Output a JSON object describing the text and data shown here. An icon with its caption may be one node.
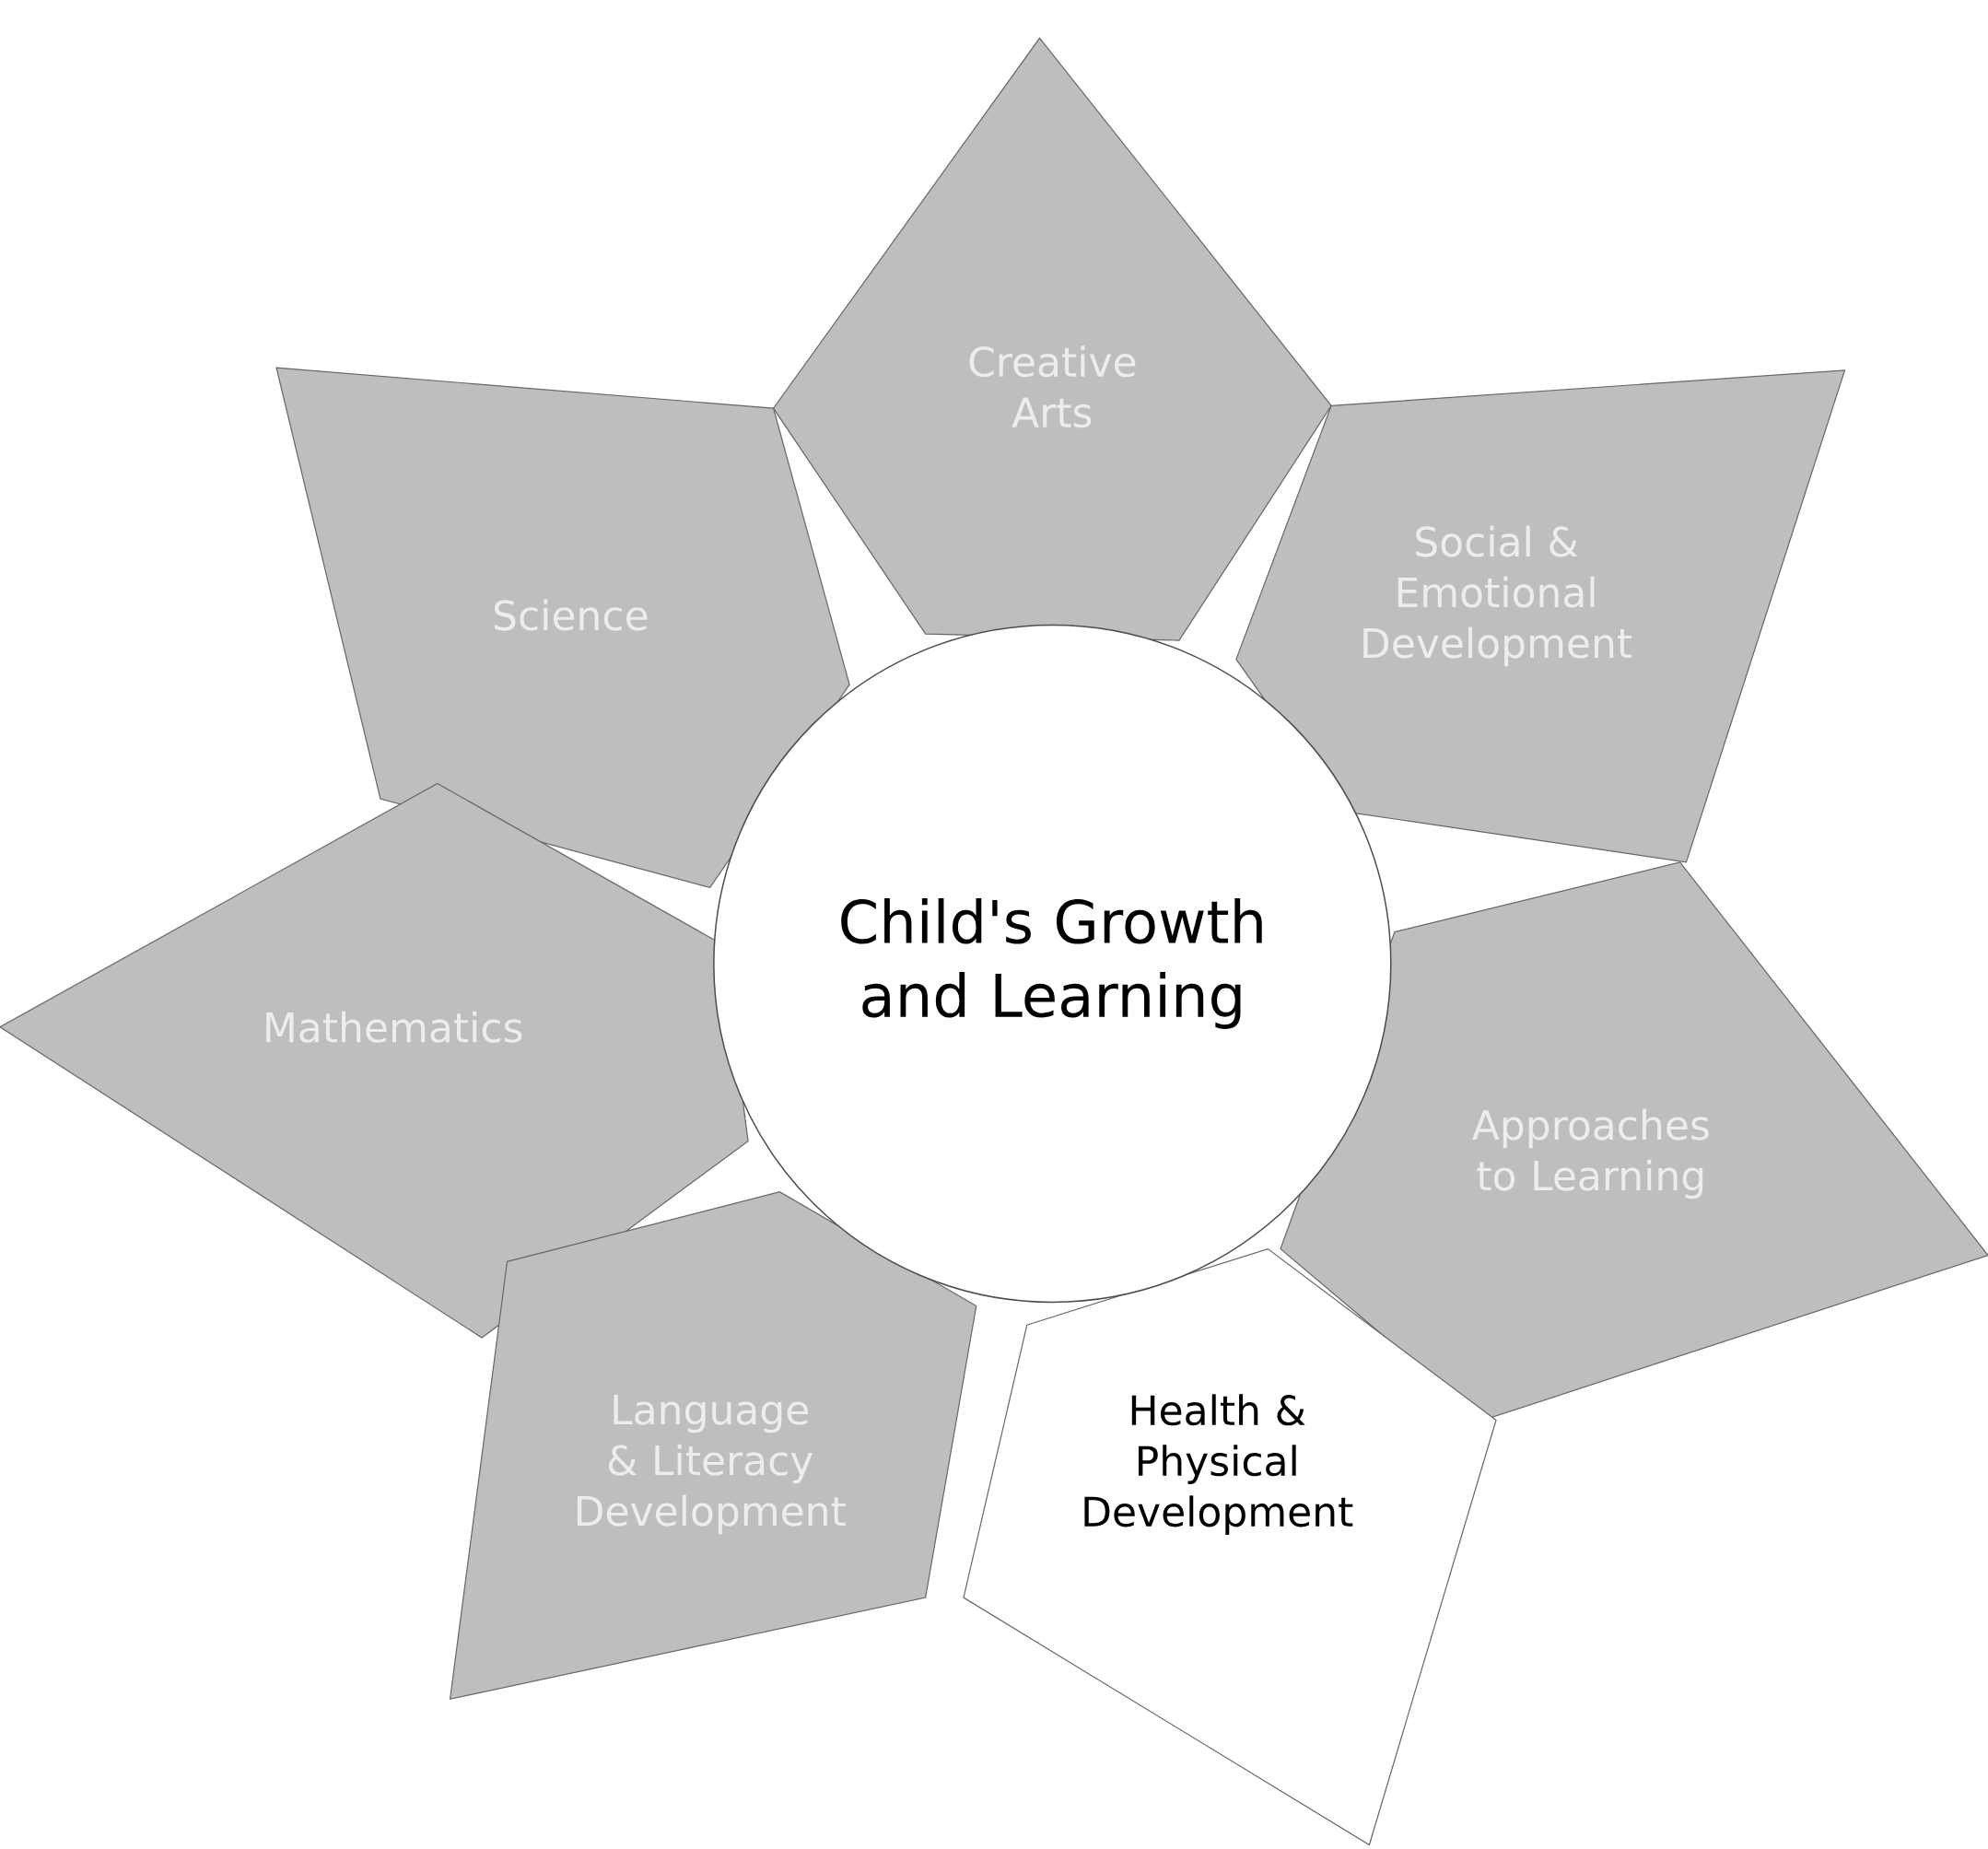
{
  "diagram": {
    "nodes": [
      {
        "text": [
          "Creative Arts"
        ]
      },
      {
        "text": [
          "Science"
        ]
      },
      {
        "text": [
          "Social & Emotional Development"
        ]
      },
      {
        "text": [
          "Child's Growth and Learning"
        ]
      },
      {
        "text": [
          "Mathematics"
        ]
      },
      {
        "text": [
          "Approaches to Learning"
        ]
      },
      {
        "text": [
          "Language & Literacy Development"
        ]
      },
      {
        "text": [
          "Health & Physical Development"
        ]
      }
    ]
  }
}
